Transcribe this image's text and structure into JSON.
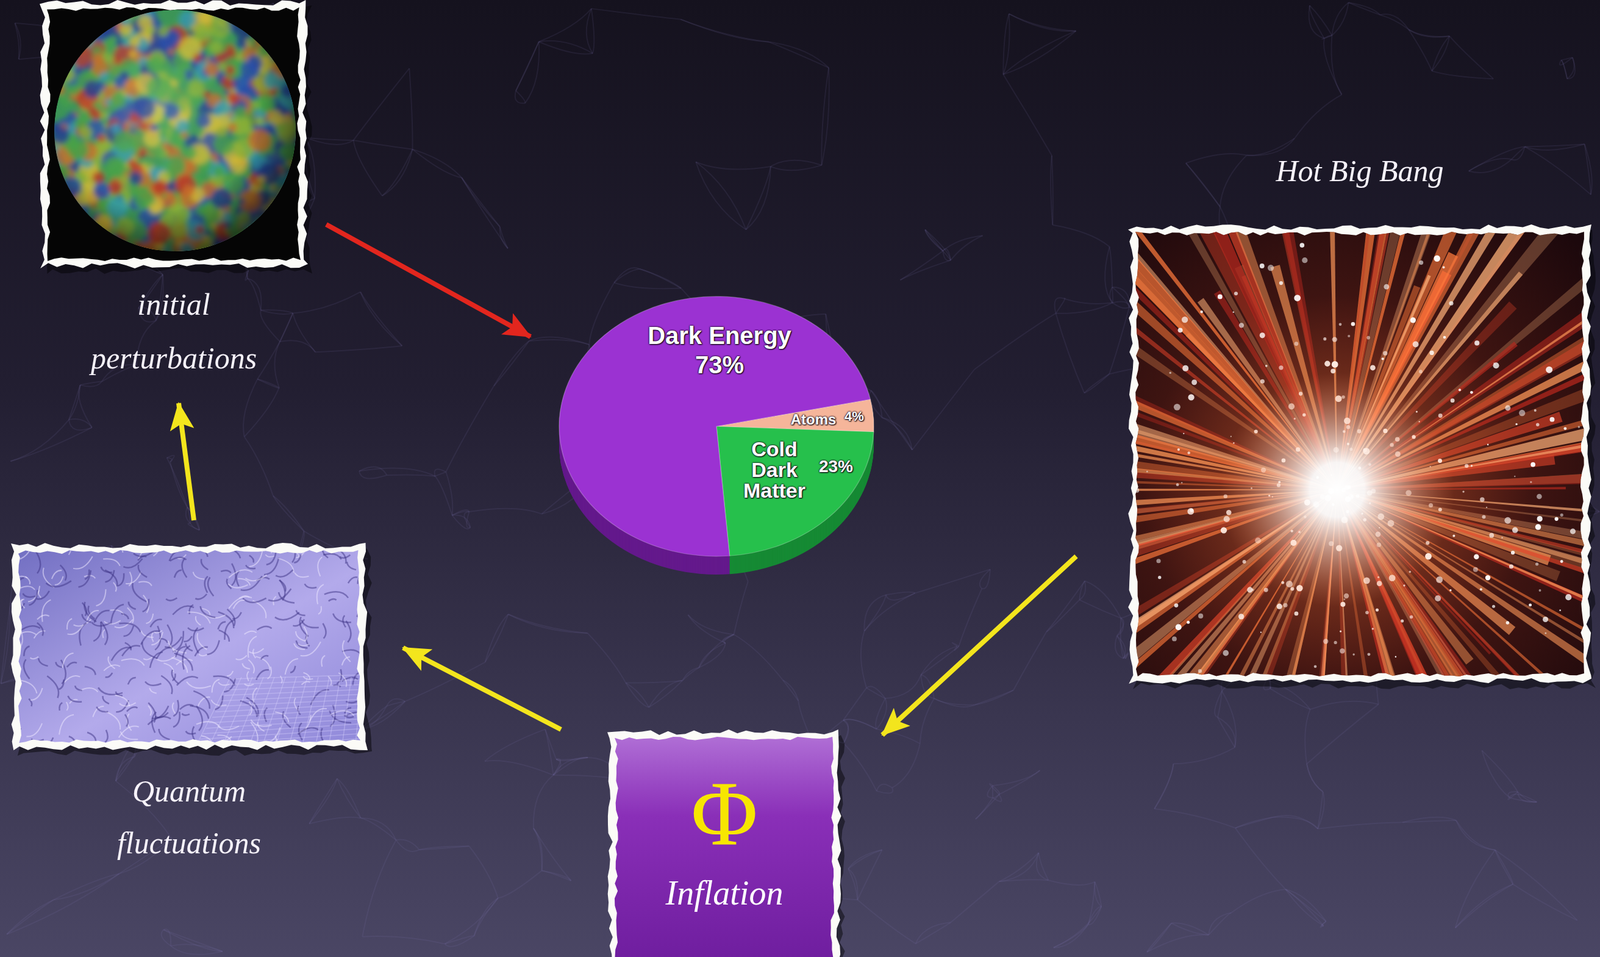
{
  "diagram": {
    "nodes": [
      {
        "text": [
          "initial perturbations"
        ]
      },
      {
        "text": [
          "Dark Energy",
          "73%",
          "Atoms",
          "4%",
          "Cold Dark Matter",
          "23%"
        ]
      },
      {
        "text": [
          "Hot Big Bang"
        ]
      },
      {
        "text": [
          "Quantum fluctuations"
        ]
      },
      {
        "text": [
          "Φ",
          "Inflation"
        ]
      }
    ],
    "edges": [
      {
        "from": 0,
        "to": 1,
        "arrow": "to"
      },
      {
        "from": 2,
        "to": 4,
        "arrow": "to"
      },
      {
        "from": 4,
        "to": 3,
        "arrow": "to"
      },
      {
        "from": 3,
        "to": 0,
        "arrow": "to"
      }
    ]
  }
}
